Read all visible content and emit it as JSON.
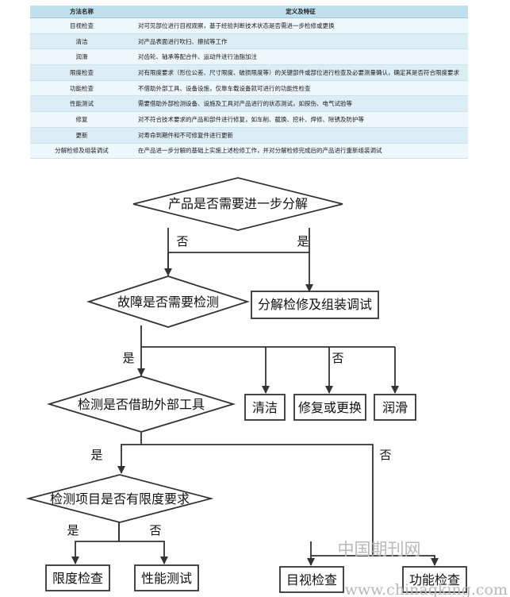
{
  "table": {
    "headers": [
      "方法名称",
      "定义及特征"
    ],
    "rows": [
      [
        "目视检查",
        "对可见部位进行目视观察，基于经验判断技术状态是否需进一步检修或更换"
      ],
      [
        "清洁",
        "对产品表面进行吹扫、擦拭等工作"
      ],
      [
        "润滑",
        "对齿轮、轴承等配合件、运动件进行油脂加注"
      ],
      [
        "限度检查",
        "对有限度要求（形位公差、尺寸限度、破损限度等）的关键部件或部位进行检查及必要测量确认，确定其是否符合限度要求"
      ],
      [
        "功能检查",
        "不借助外部工具、设备设施，仅靠车载设备就可进行的功能性检查"
      ],
      [
        "性能测试",
        "需要借助外部检测设备、设施及工具对产品进行的状态测试，如探伤、电气试验等"
      ],
      [
        "修复",
        "对不符合技术要求的产品和部件进行修复，如车削、截换、挖补、焊修、除锈及防护等"
      ],
      [
        "更新",
        "对寿命到期件和不可修复件进行更新"
      ],
      [
        "分解检修及组装调试",
        "在产品进一步分解的基础上实施上述检修工作，并对分解检修完成后的产品进行重新组装调试"
      ]
    ]
  },
  "flowchart": {
    "d1": "产品是否需要进一步分解",
    "d2": "故障是否需要检测",
    "d3": "检测是否借助外部工具",
    "d4": "检测项目是否有限度要求",
    "box_overhaul": "分解检修及组装调试",
    "box_clean": "清洁",
    "box_repair": "修复或更换",
    "box_lube": "润滑",
    "box_limit": "限度检查",
    "box_perf": "性能测试",
    "box_visual": "目视检查",
    "box_func": "功能检查",
    "yes": "是",
    "no": "否"
  },
  "watermark": {
    "line1": "中国期刊网",
    "line2": "www.chinaqking.com"
  }
}
